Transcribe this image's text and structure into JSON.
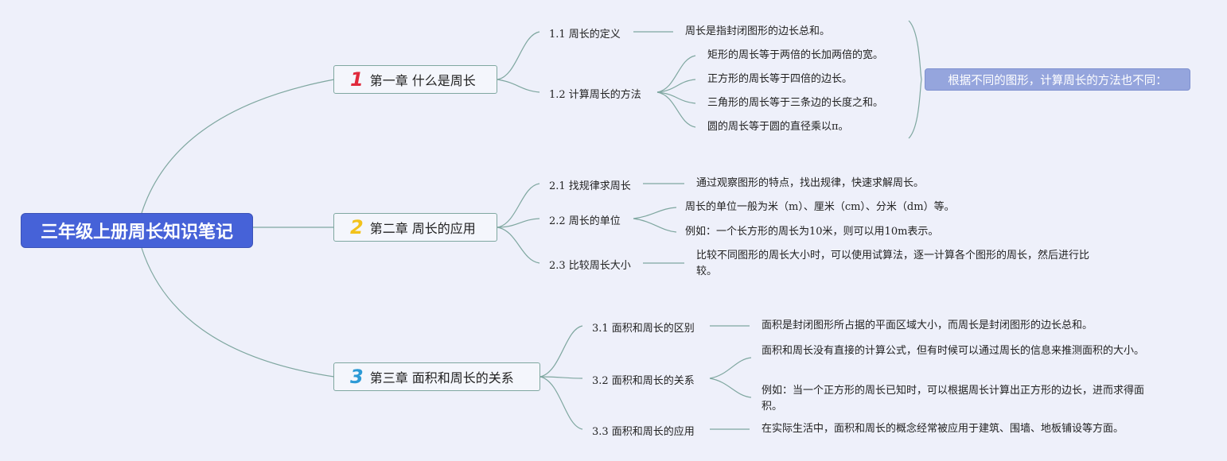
{
  "root": {
    "title": "三年级上册周长知识笔记"
  },
  "chapters": [
    {
      "number": "1",
      "color": "#e02a3c",
      "title": "第一章 什么是周长",
      "sections": [
        {
          "label": "1.1 周长的定义",
          "leaves": [
            "周长是指封闭图形的边长总和。"
          ]
        },
        {
          "label": "1.2 计算周长的方法",
          "leaves": [
            "矩形的周长等于两倍的长加两倍的宽。",
            "正方形的周长等于四倍的边长。",
            "三角形的周长等于三条边的长度之和。",
            "圆的周长等于圆的直径乘以π。"
          ]
        }
      ]
    },
    {
      "number": "2",
      "color": "#f2c21b",
      "title": "第二章 周长的应用",
      "sections": [
        {
          "label": "2.1 找规律求周长",
          "leaves": [
            "通过观察图形的特点，找出规律，快速求解周长。"
          ]
        },
        {
          "label": "2.2 周长的单位",
          "leaves": [
            "周长的单位一般为米（m）、厘米（cm）、分米（dm）等。",
            "例如：一个长方形的周长为10米，则可以用10m表示。"
          ]
        },
        {
          "label": "2.3 比较周长大小",
          "leaves": [
            "比较不同图形的周长大小时，可以使用试算法，逐一计算各个图形的周长，然后进行比较。"
          ]
        }
      ]
    },
    {
      "number": "3",
      "color": "#2c9ad6",
      "title": "第三章 面积和周长的关系",
      "sections": [
        {
          "label": "3.1 面积和周长的区别",
          "leaves": [
            "面积是封闭图形所占据的平面区域大小，而周长是封闭图形的边长总和。"
          ]
        },
        {
          "label": "3.2 面积和周长的关系",
          "leaves": [
            "面积和周长没有直接的计算公式，但有时候可以通过周长的信息来推测面积的大小。",
            "例如：当一个正方形的周长已知时，可以根据周长计算出正方形的边长，进而求得面积。"
          ]
        },
        {
          "label": "3.3 面积和周长的应用",
          "leaves": [
            "在实际生活中，面积和周长的概念经常被应用于建筑、围墙、地板铺设等方面。"
          ]
        }
      ]
    }
  ],
  "summary": {
    "text": "根据不同的图形，计算周长的方法也不同："
  },
  "colors": {
    "line": "#7fa7a0",
    "root_bg": "#4662d8",
    "summary_bg": "#95a5dd",
    "background": "#eef0fa"
  }
}
